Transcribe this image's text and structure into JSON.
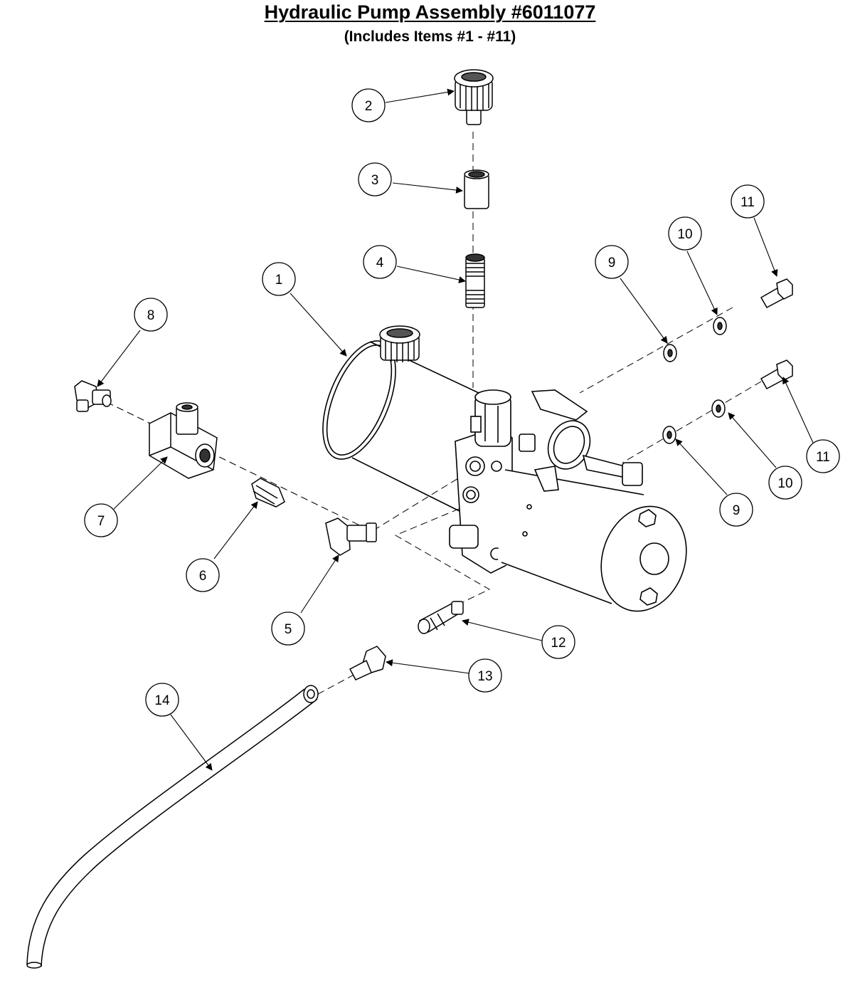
{
  "header": {
    "title": "Hydraulic Pump Assembly #6011077",
    "subtitle": "(Includes Items #1 - #11)"
  },
  "callouts": [
    {
      "id": "c1",
      "label": "1"
    },
    {
      "id": "c2",
      "label": "2"
    },
    {
      "id": "c3",
      "label": "3"
    },
    {
      "id": "c4",
      "label": "4"
    },
    {
      "id": "c5",
      "label": "5"
    },
    {
      "id": "c6",
      "label": "6"
    },
    {
      "id": "c7",
      "label": "7"
    },
    {
      "id": "c8",
      "label": "8"
    },
    {
      "id": "c9a",
      "label": "9"
    },
    {
      "id": "c9b",
      "label": "9"
    },
    {
      "id": "c10a",
      "label": "10"
    },
    {
      "id": "c10b",
      "label": "10"
    },
    {
      "id": "c11a",
      "label": "11"
    },
    {
      "id": "c11b",
      "label": "11"
    },
    {
      "id": "c12",
      "label": "12"
    },
    {
      "id": "c13",
      "label": "13"
    },
    {
      "id": "c14",
      "label": "14"
    }
  ],
  "style": {
    "line_color": "#000000",
    "background": "#ffffff"
  }
}
